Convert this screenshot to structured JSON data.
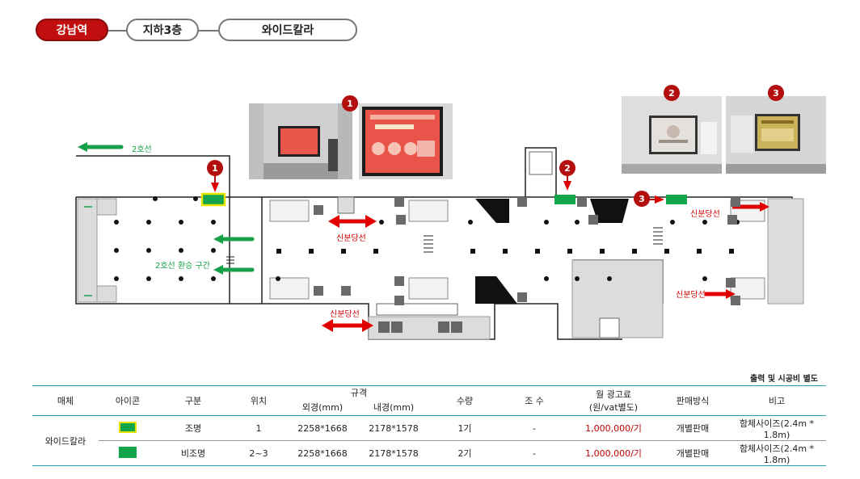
{
  "breadcrumb": [
    "강남역",
    "지하3층",
    "와이드칼라"
  ],
  "photo_pins": [
    "1",
    "2",
    "3"
  ],
  "map": {
    "line_label": "2호선",
    "transfer_label": "2호선 환승 구간",
    "id_gate_label": "신분당선",
    "pins": [
      "1",
      "2",
      "3"
    ]
  },
  "table": {
    "note": "출력 및 시공비 별도",
    "headers": {
      "media": "매체",
      "icon": "아이콘",
      "type": "구분",
      "position": "위치",
      "spec": "규격",
      "outer": "외경(mm)",
      "inner": "내경(mm)",
      "qty": "수량",
      "count": "조 수",
      "price_line1": "월 광고료",
      "price_line2": "(원/vat별도)",
      "sale": "판매방식",
      "remark": "비고"
    },
    "media_name": "와이드칼라",
    "rows": [
      {
        "icon": "lit-green-box-icon",
        "type": "조명",
        "position": "1",
        "outer": "2258*1668",
        "inner": "2178*1578",
        "qty": "1기",
        "count": "-",
        "price": "1,000,000/기",
        "sale": "개별판매",
        "remark": "함체사이즈(2.4m * 1.8m)"
      },
      {
        "icon": "green-box-icon",
        "type": "비조명",
        "position": "2~3",
        "outer": "2258*1668",
        "inner": "2178*1578",
        "qty": "2기",
        "count": "-",
        "price": "1,000,000/기",
        "sale": "개별판매",
        "remark": "함체사이즈(2.4m * 1.8m)"
      }
    ]
  },
  "colors": {
    "accent_red": "#c00d0d",
    "ad_green": "#13a54b",
    "border_teal": "#2a9fb0"
  }
}
